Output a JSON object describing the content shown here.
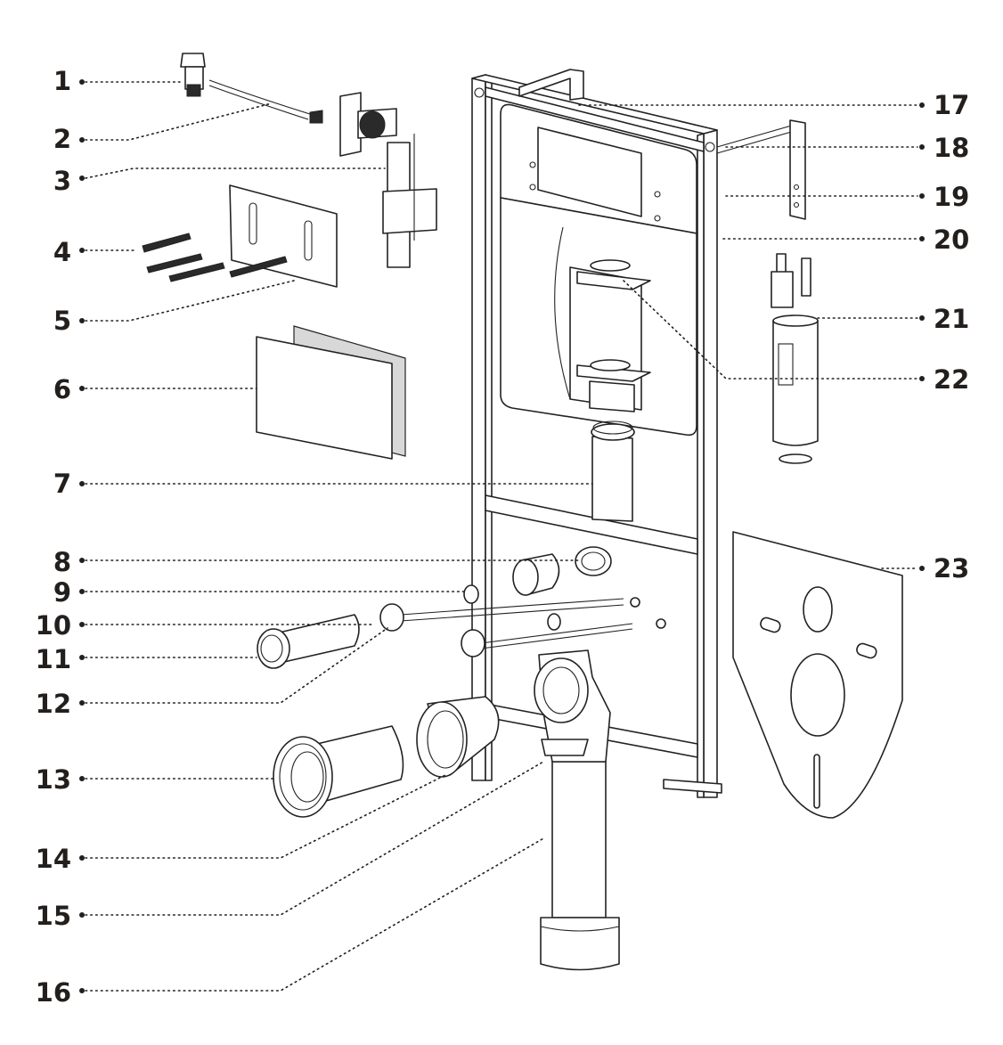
{
  "diagram": {
    "title": "Concealed WC frame exploded view",
    "callouts": [
      {
        "id": 1,
        "label": "1",
        "part": "angle-stop-valve"
      },
      {
        "id": 2,
        "label": "2",
        "part": "flexible-supply-hose"
      },
      {
        "id": 3,
        "label": "3",
        "part": "fill-valve"
      },
      {
        "id": 4,
        "label": "4",
        "part": "fixing-screws-and-anchors"
      },
      {
        "id": 5,
        "label": "5",
        "part": "mounting-plate"
      },
      {
        "id": 6,
        "label": "6",
        "part": "service-cover-box"
      },
      {
        "id": 7,
        "label": "7",
        "part": "flush-pipe"
      },
      {
        "id": 8,
        "label": "8",
        "part": "flush-pipe-connector"
      },
      {
        "id": 9,
        "label": "9",
        "part": "washer"
      },
      {
        "id": 10,
        "label": "10",
        "part": "threaded-rod"
      },
      {
        "id": 11,
        "label": "11",
        "part": "flush-pipe-seal"
      },
      {
        "id": 12,
        "label": "12",
        "part": "protective-cap"
      },
      {
        "id": 13,
        "label": "13",
        "part": "wc-connector-pipe"
      },
      {
        "id": 14,
        "label": "14",
        "part": "protective-sleeve"
      },
      {
        "id": 15,
        "label": "15",
        "part": "drain-bend-clamp"
      },
      {
        "id": 16,
        "label": "16",
        "part": "drain-bend"
      },
      {
        "id": 17,
        "label": "17",
        "part": "steel-frame"
      },
      {
        "id": 18,
        "label": "18",
        "part": "wall-bracket-rod"
      },
      {
        "id": 19,
        "label": "19",
        "part": "cistern"
      },
      {
        "id": 20,
        "label": "20",
        "part": "cistern-mounting-bracket"
      },
      {
        "id": 21,
        "label": "21",
        "part": "flush-valve"
      },
      {
        "id": 22,
        "label": "22",
        "part": "flush-valve-seat"
      },
      {
        "id": 23,
        "label": "23",
        "part": "sound-insulation-pad"
      }
    ]
  }
}
